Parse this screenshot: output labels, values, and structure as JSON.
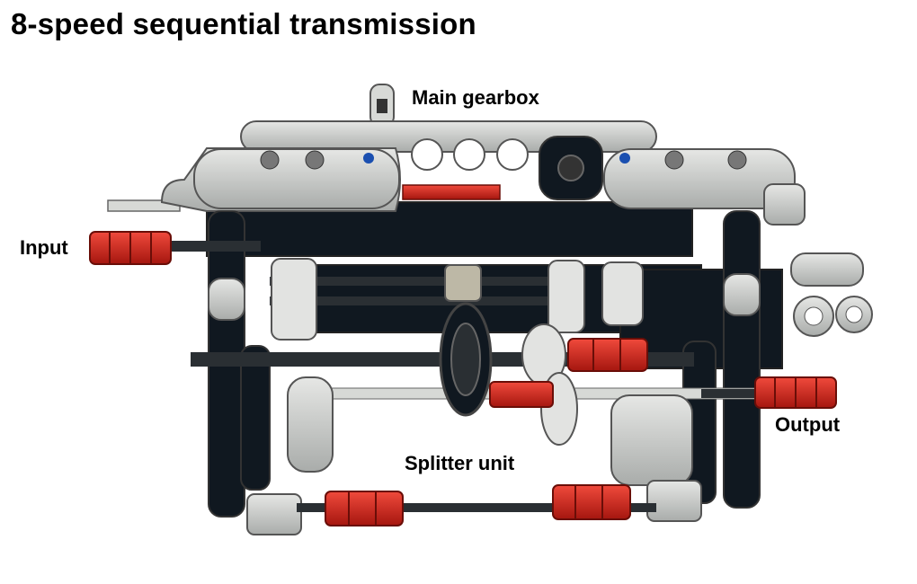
{
  "title": "8-speed sequential transmission",
  "labels": {
    "main_gearbox": "Main gearbox",
    "input": "Input",
    "output": "Output",
    "splitter_unit": "Splitter unit"
  },
  "colors": {
    "beam_grey": "#c8cac7",
    "beam_dark": "#101820",
    "bush_red": "#d8261c",
    "axle_dark": "#2a2f33",
    "blue_pin": "#1a4fb0"
  }
}
